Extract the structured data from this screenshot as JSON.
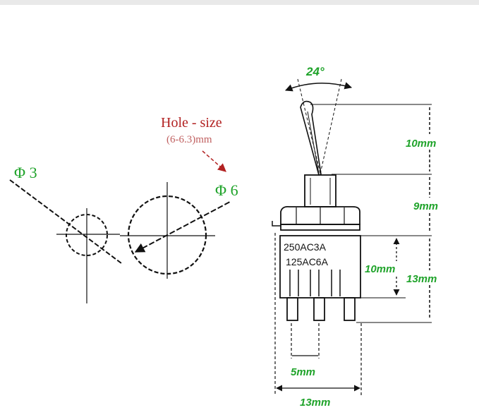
{
  "colors": {
    "dimension": "#1fa32a",
    "hole_annotation": "#b22222",
    "phi_label": "#1fa32a",
    "line": "#111111"
  },
  "hole_size": {
    "title": "Hole - size",
    "range": "(6-6.3)mm"
  },
  "small_circle": {
    "label": "Φ 3"
  },
  "large_circle": {
    "label": "Φ 6"
  },
  "switch": {
    "angle": "24°",
    "rating_line_1": "250AC3A",
    "rating_line_2": "125AC6A"
  },
  "dimensions": {
    "lever_height": "10mm",
    "bushing_height": "9mm",
    "body_height": "13mm",
    "terminal_length": "10mm",
    "terminal_pitch": "5mm",
    "body_width": "13mm"
  }
}
